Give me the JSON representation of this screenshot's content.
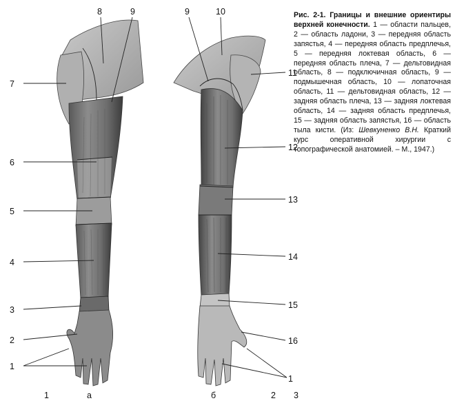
{
  "caption": {
    "title": "Рис. 2-1. Границы и внешние ориентиры верхней конечности.",
    "text": " 1 — области пальцев, 2 — область ладони, 3 — передняя область запястья, 4 — передняя область предплечья, 5 — передняя локтевая область, 6 — передняя область плеча, 7 — дельтовидная область, 8 — подключичная область, 9 — подмышечная область, 10 — лопаточная область, 11 — дельтовидная область, 12 — задняя область плеча, 13 — задняя локтевая область, 14 — задняя область предплечья, 15 — задняя область запястья, 16 — область тыла кисти. (Из: ",
    "ref_author": "Шевкуненко В.Н.",
    "ref_rest": " Краткий курс оперативной хирургии с топографической анатомией. – М., 1947.)"
  },
  "labels": {
    "l1a": "1",
    "l2": "2",
    "l3": "3",
    "l4": "4",
    "l5": "5",
    "l6": "6",
    "l7": "7",
    "l8": "8",
    "l9a": "9",
    "l9b": "9",
    "l10": "10",
    "l11": "11",
    "l12": "12",
    "l13": "13",
    "l14": "14",
    "l15": "15",
    "l16": "16",
    "l1b": "1"
  },
  "panel_labels": {
    "a": "а",
    "b": "б"
  },
  "bottom_marks": {
    "m1": "1",
    "m2": "2",
    "m3": "3"
  }
}
